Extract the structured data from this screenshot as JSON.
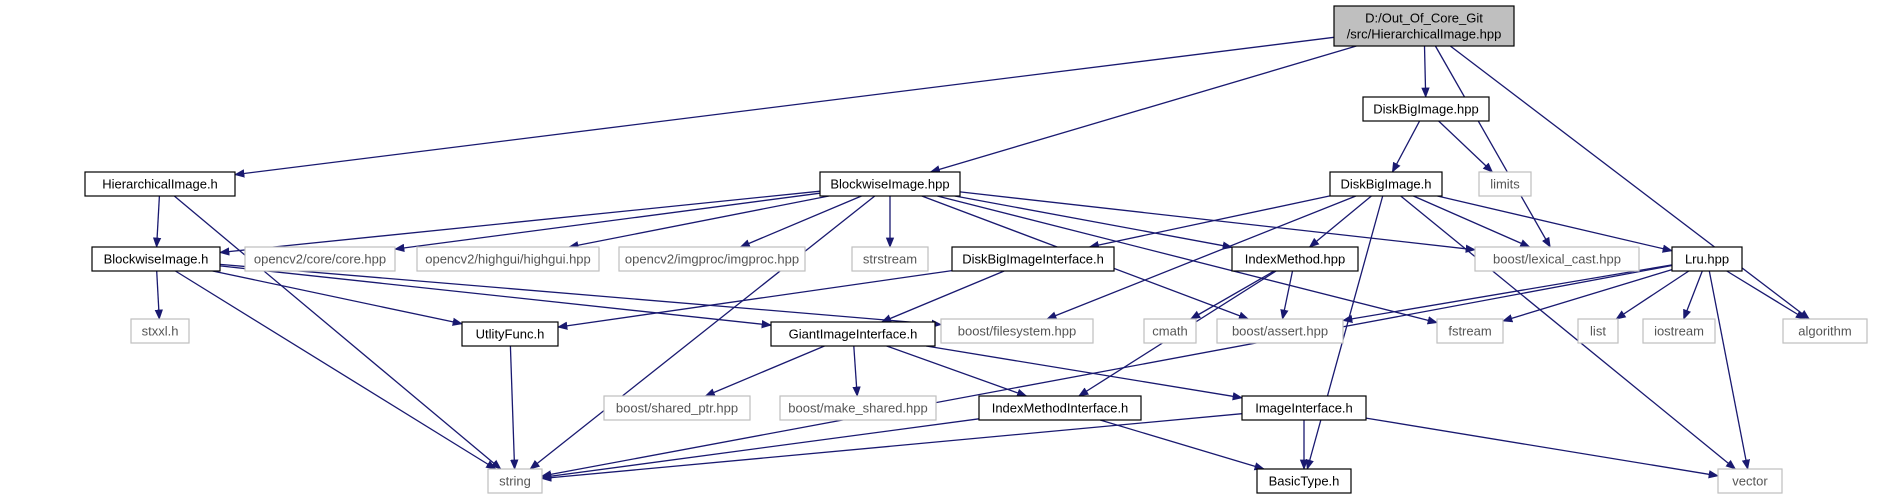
{
  "diagram": {
    "root": "D:/Out_Of_Core_Git/src/HierarchicalImage.hpp",
    "colors": {
      "edge": "#191970",
      "root_fill": "#bfbfbf",
      "local_border": "#000000",
      "system_border": "#bfbfbf",
      "system_text": "#555555"
    },
    "nodes": [
      {
        "id": "root",
        "lines": [
          "D:/Out_Of_Core_Git",
          "/src/HierarchicalImage.hpp"
        ],
        "kind": "root"
      },
      {
        "id": "hierarchicalimage_h",
        "lines": [
          "HierarchicalImage.h"
        ],
        "kind": "local"
      },
      {
        "id": "blockwiseimage_hpp",
        "lines": [
          "BlockwiseImage.hpp"
        ],
        "kind": "local"
      },
      {
        "id": "diskbigimage_hpp",
        "lines": [
          "DiskBigImage.hpp"
        ],
        "kind": "local"
      },
      {
        "id": "limits",
        "lines": [
          "limits"
        ],
        "kind": "system"
      },
      {
        "id": "diskbigimage_h",
        "lines": [
          "DiskBigImage.h"
        ],
        "kind": "local"
      },
      {
        "id": "blockwiseimage_h",
        "lines": [
          "BlockwiseImage.h"
        ],
        "kind": "local"
      },
      {
        "id": "opencv_core",
        "lines": [
          "opencv2/core/core.hpp"
        ],
        "kind": "system"
      },
      {
        "id": "opencv_highgui",
        "lines": [
          "opencv2/highgui/highgui.hpp"
        ],
        "kind": "system"
      },
      {
        "id": "opencv_imgproc",
        "lines": [
          "opencv2/imgproc/imgproc.hpp"
        ],
        "kind": "system"
      },
      {
        "id": "strstream",
        "lines": [
          "strstream"
        ],
        "kind": "system"
      },
      {
        "id": "diskbigimageinterface_h",
        "lines": [
          "DiskBigImageInterface.h"
        ],
        "kind": "local"
      },
      {
        "id": "indexmethod_hpp",
        "lines": [
          "IndexMethod.hpp"
        ],
        "kind": "local"
      },
      {
        "id": "boost_lexical_cast",
        "lines": [
          "boost/lexical_cast.hpp"
        ],
        "kind": "system"
      },
      {
        "id": "lru_hpp",
        "lines": [
          "Lru.hpp"
        ],
        "kind": "local"
      },
      {
        "id": "stxxl_h",
        "lines": [
          "stxxl.h"
        ],
        "kind": "system"
      },
      {
        "id": "utilityfunc_h",
        "lines": [
          "UtlityFunc.h"
        ],
        "kind": "local"
      },
      {
        "id": "giantimageinterface_h",
        "lines": [
          "GiantImageInterface.h"
        ],
        "kind": "local"
      },
      {
        "id": "boost_filesystem",
        "lines": [
          "boost/filesystem.hpp"
        ],
        "kind": "system"
      },
      {
        "id": "cmath",
        "lines": [
          "cmath"
        ],
        "kind": "system"
      },
      {
        "id": "boost_assert",
        "lines": [
          "boost/assert.hpp"
        ],
        "kind": "system"
      },
      {
        "id": "fstream",
        "lines": [
          "fstream"
        ],
        "kind": "system"
      },
      {
        "id": "list",
        "lines": [
          "list"
        ],
        "kind": "system"
      },
      {
        "id": "iostream",
        "lines": [
          "iostream"
        ],
        "kind": "system"
      },
      {
        "id": "algorithm",
        "lines": [
          "algorithm"
        ],
        "kind": "system"
      },
      {
        "id": "boost_shared_ptr",
        "lines": [
          "boost/shared_ptr.hpp"
        ],
        "kind": "system"
      },
      {
        "id": "boost_make_shared",
        "lines": [
          "boost/make_shared.hpp"
        ],
        "kind": "system"
      },
      {
        "id": "indexmethodinterface_h",
        "lines": [
          "IndexMethodInterface.h"
        ],
        "kind": "local"
      },
      {
        "id": "imageinterface_h",
        "lines": [
          "ImageInterface.h"
        ],
        "kind": "local"
      },
      {
        "id": "string",
        "lines": [
          "string"
        ],
        "kind": "system"
      },
      {
        "id": "basictype_h",
        "lines": [
          "BasicType.h"
        ],
        "kind": "local"
      },
      {
        "id": "vector",
        "lines": [
          "vector"
        ],
        "kind": "system"
      }
    ],
    "edges": [
      [
        "root",
        "hierarchicalimage_h"
      ],
      [
        "root",
        "blockwiseimage_hpp"
      ],
      [
        "root",
        "diskbigimage_hpp"
      ],
      [
        "root",
        "boost_lexical_cast"
      ],
      [
        "root",
        "algorithm"
      ],
      [
        "hierarchicalimage_h",
        "blockwiseimage_h"
      ],
      [
        "hierarchicalimage_h",
        "string"
      ],
      [
        "blockwiseimage_hpp",
        "blockwiseimage_h"
      ],
      [
        "blockwiseimage_hpp",
        "opencv_core"
      ],
      [
        "blockwiseimage_hpp",
        "opencv_highgui"
      ],
      [
        "blockwiseimage_hpp",
        "opencv_imgproc"
      ],
      [
        "blockwiseimage_hpp",
        "strstream"
      ],
      [
        "blockwiseimage_hpp",
        "indexmethod_hpp"
      ],
      [
        "blockwiseimage_hpp",
        "boost_lexical_cast"
      ],
      [
        "blockwiseimage_hpp",
        "boost_assert"
      ],
      [
        "blockwiseimage_hpp",
        "fstream"
      ],
      [
        "blockwiseimage_hpp",
        "string"
      ],
      [
        "diskbigimage_hpp",
        "diskbigimage_h"
      ],
      [
        "diskbigimage_hpp",
        "limits"
      ],
      [
        "diskbigimage_h",
        "diskbigimageinterface_h"
      ],
      [
        "diskbigimage_h",
        "indexmethod_hpp"
      ],
      [
        "diskbigimage_h",
        "boost_lexical_cast"
      ],
      [
        "diskbigimage_h",
        "lru_hpp"
      ],
      [
        "diskbigimage_h",
        "boost_filesystem"
      ],
      [
        "diskbigimage_h",
        "basictype_h"
      ],
      [
        "diskbigimage_h",
        "vector"
      ],
      [
        "blockwiseimage_h",
        "stxxl_h"
      ],
      [
        "blockwiseimage_h",
        "utilityfunc_h"
      ],
      [
        "blockwiseimage_h",
        "giantimageinterface_h"
      ],
      [
        "blockwiseimage_h",
        "boost_filesystem"
      ],
      [
        "blockwiseimage_h",
        "string"
      ],
      [
        "diskbigimageinterface_h",
        "giantimageinterface_h"
      ],
      [
        "diskbigimageinterface_h",
        "utilityfunc_h"
      ],
      [
        "indexmethod_hpp",
        "cmath"
      ],
      [
        "indexmethod_hpp",
        "boost_assert"
      ],
      [
        "indexmethod_hpp",
        "indexmethodinterface_h"
      ],
      [
        "lru_hpp",
        "boost_assert"
      ],
      [
        "lru_hpp",
        "fstream"
      ],
      [
        "lru_hpp",
        "list"
      ],
      [
        "lru_hpp",
        "iostream"
      ],
      [
        "lru_hpp",
        "algorithm"
      ],
      [
        "lru_hpp",
        "vector"
      ],
      [
        "lru_hpp",
        "string"
      ],
      [
        "utilityfunc_h",
        "string"
      ],
      [
        "giantimageinterface_h",
        "boost_shared_ptr"
      ],
      [
        "giantimageinterface_h",
        "boost_make_shared"
      ],
      [
        "giantimageinterface_h",
        "indexmethodinterface_h"
      ],
      [
        "giantimageinterface_h",
        "imageinterface_h"
      ],
      [
        "indexmethodinterface_h",
        "string"
      ],
      [
        "indexmethodinterface_h",
        "basictype_h"
      ],
      [
        "imageinterface_h",
        "basictype_h"
      ],
      [
        "imageinterface_h",
        "string"
      ],
      [
        "imageinterface_h",
        "vector"
      ]
    ]
  }
}
